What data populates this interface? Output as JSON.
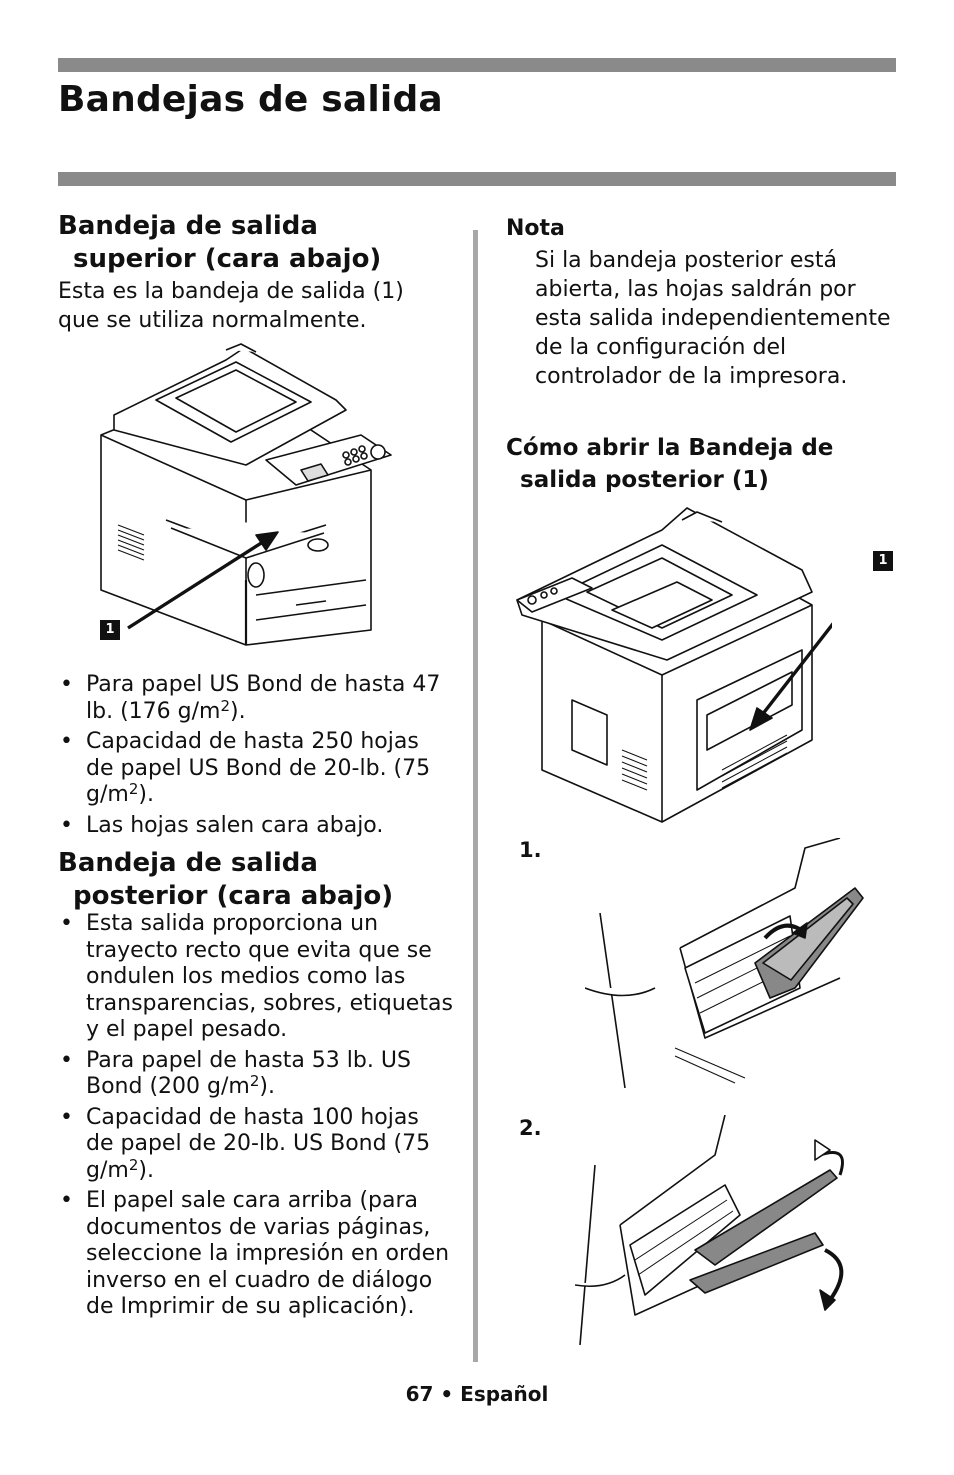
{
  "page": {
    "title": "Bandejas de salida",
    "footer": {
      "number": "67",
      "separator": "•",
      "language": "Español"
    }
  },
  "left": {
    "section1": {
      "heading_line1": "Bandeja de salida",
      "heading_line2": "superior (cara abajo)",
      "intro_line1": "Esta es la bandeja de salida (1)",
      "intro_line2": "que se utiliza normalmente.",
      "figure_callout": "1",
      "bullets": [
        {
          "text": "Para papel US Bond de hasta 47 lb. (176 g/m",
          "sup": "2",
          "after": ")."
        },
        {
          "text": "Capacidad de hasta 250 hojas de papel US Bond de 20-lb. (75 g/m",
          "sup": "2",
          "after": ")."
        },
        {
          "text": "Las hojas salen cara abajo.",
          "sup": "",
          "after": ""
        }
      ]
    },
    "section2": {
      "heading_line1": "Bandeja de salida",
      "heading_line2": "posterior (cara abajo)",
      "bullets": [
        {
          "text": "Esta salida proporciona un trayecto recto que evita que se ondulen los medios como las transparencias, sobres, etiquetas y el papel pesado.",
          "sup": "",
          "after": ""
        },
        {
          "text": "Para papel de hasta 53 lb. US Bond (200 g/m",
          "sup": "2",
          "after": ")."
        },
        {
          "text": "Capacidad de hasta 100 hojas de papel de 20-lb. US Bond (75 g/m",
          "sup": "2",
          "after": ")."
        },
        {
          "text": "El papel sale cara arriba (para documentos de varias páginas, seleccione la impresión en orden inverso en el cuadro de diálogo de Imprimir de su aplicación).",
          "sup": "",
          "after": ""
        }
      ]
    }
  },
  "right": {
    "note": {
      "title": "Nota",
      "body": "Si la bandeja posterior está abierta, las hojas saldrán por esta salida independientemente de la configuración del controlador de la impresora."
    },
    "howto": {
      "heading_line1": "Cómo abrir la Bandeja de",
      "heading_line2": "salida posterior (1)",
      "figure_callout": "1",
      "steps": [
        "1.",
        "2."
      ]
    }
  }
}
